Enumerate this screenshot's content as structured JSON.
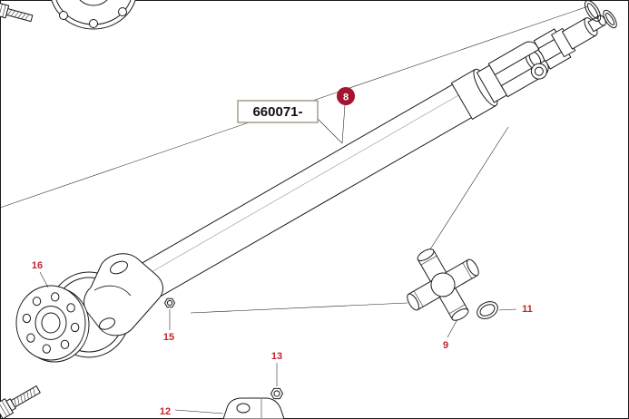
{
  "diagram": {
    "assembly_label_box": {
      "text": "660071-"
    },
    "badge_8": {
      "number": "8"
    },
    "callouts": {
      "n16": "16",
      "n15": "15",
      "n13": "13",
      "n12": "12",
      "n9": "9",
      "n11": "11"
    }
  },
  "colors": {
    "callout_red": "#c0262c",
    "badge_fill": "#a3142f",
    "badge_text": "#ffffff",
    "label_box_border": "#a39582",
    "line_color": "#1a1a1a",
    "background": "#ffffff"
  }
}
